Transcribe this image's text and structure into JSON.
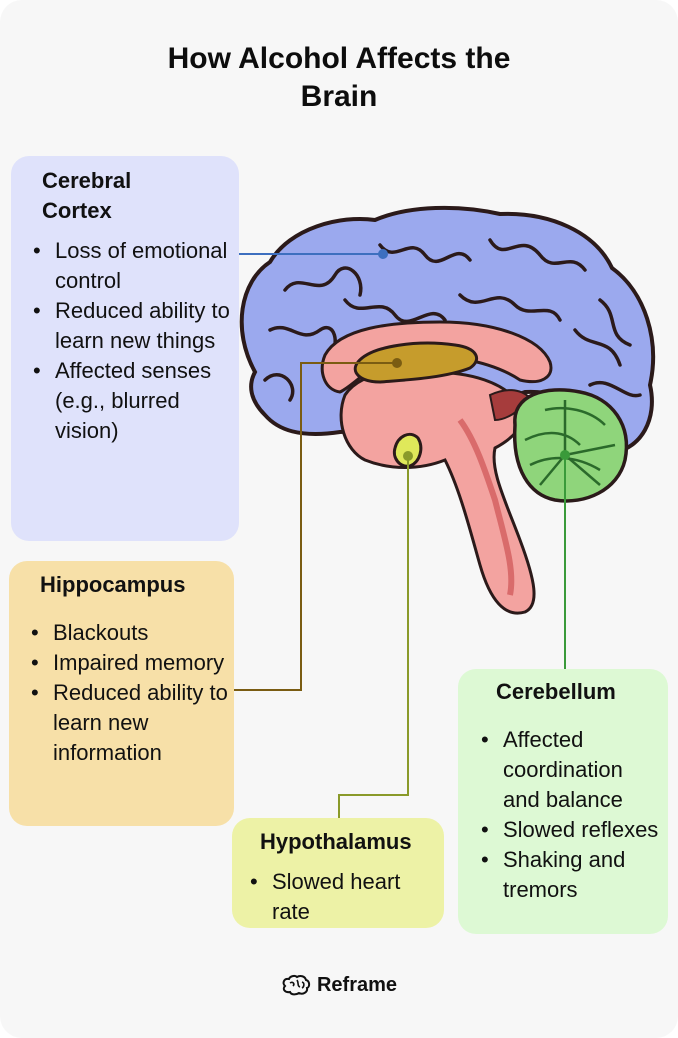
{
  "title": {
    "line1": "How Alcohol Affects the",
    "line2": "Brain"
  },
  "regions": {
    "cortex": {
      "title_line1": "Cerebral",
      "title_line2": "Cortex",
      "items": [
        "Loss of emotional control",
        "Reduced ability to learn new things",
        "Affected senses (e.g., blurred vision)"
      ]
    },
    "hippocampus": {
      "title": "Hippocampus",
      "items": [
        "Blackouts",
        "Impaired memory",
        "Reduced ability to learn new information"
      ]
    },
    "hypothalamus": {
      "title": "Hypothalamus",
      "items": [
        "Slowed heart rate"
      ]
    },
    "cerebellum": {
      "title": "Cerebellum",
      "items": [
        "Affected coordination and balance",
        "Slowed reflexes",
        "Shaking and tremors"
      ]
    }
  },
  "colors": {
    "cortex": "#9ba9ee",
    "hippocampus": "#c69c2c",
    "hypothalamus": "#dfe85a",
    "cerebellum": "#8fd57b",
    "brainstem": "#f3a3a0"
  },
  "brand": {
    "name": "Reframe",
    "icon": "brain-logo-icon"
  }
}
